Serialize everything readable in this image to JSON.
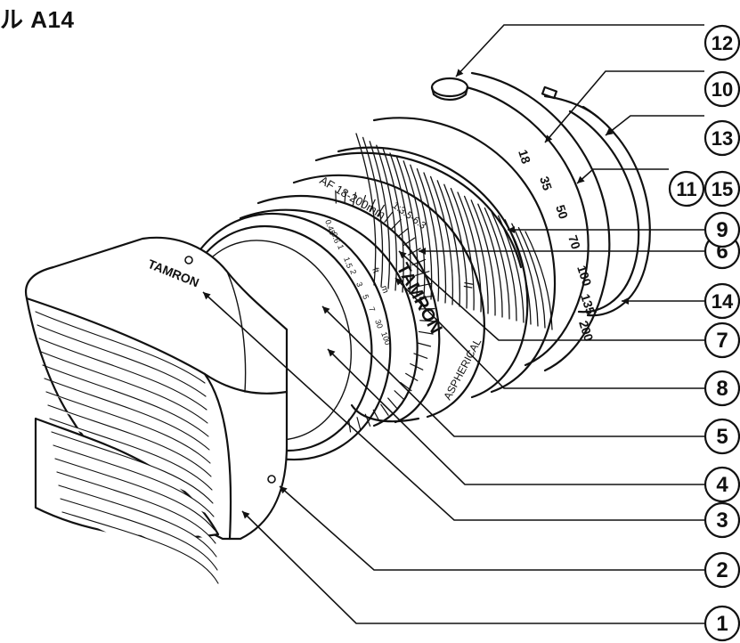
{
  "title": "ル A14",
  "lens_markings": {
    "brand": "TAMRON",
    "model": "AF 18-200mm",
    "aperture": "1:3.5-6.3",
    "type": "ASPHERICAL",
    "series": "II",
    "focal_lengths": [
      "18",
      "35",
      "50",
      "70",
      "100",
      "135",
      "200"
    ],
    "distance_scale": [
      "0.45",
      "0.6",
      "1",
      "1.5",
      "2",
      "3",
      "5",
      "7",
      "30",
      "100"
    ],
    "units": [
      "ft",
      "m"
    ]
  },
  "callouts": [
    {
      "num": "1"
    },
    {
      "num": "2"
    },
    {
      "num": "3"
    },
    {
      "num": "4"
    },
    {
      "num": "5"
    },
    {
      "num": "6"
    },
    {
      "num": "7"
    },
    {
      "num": "8"
    },
    {
      "num": "9"
    },
    {
      "num": "10"
    },
    {
      "num": "11"
    },
    {
      "num": "12"
    },
    {
      "num": "13"
    },
    {
      "num": "14"
    },
    {
      "num": "15"
    }
  ],
  "colors": {
    "ink": "#111111",
    "fill": "#ffffff"
  }
}
